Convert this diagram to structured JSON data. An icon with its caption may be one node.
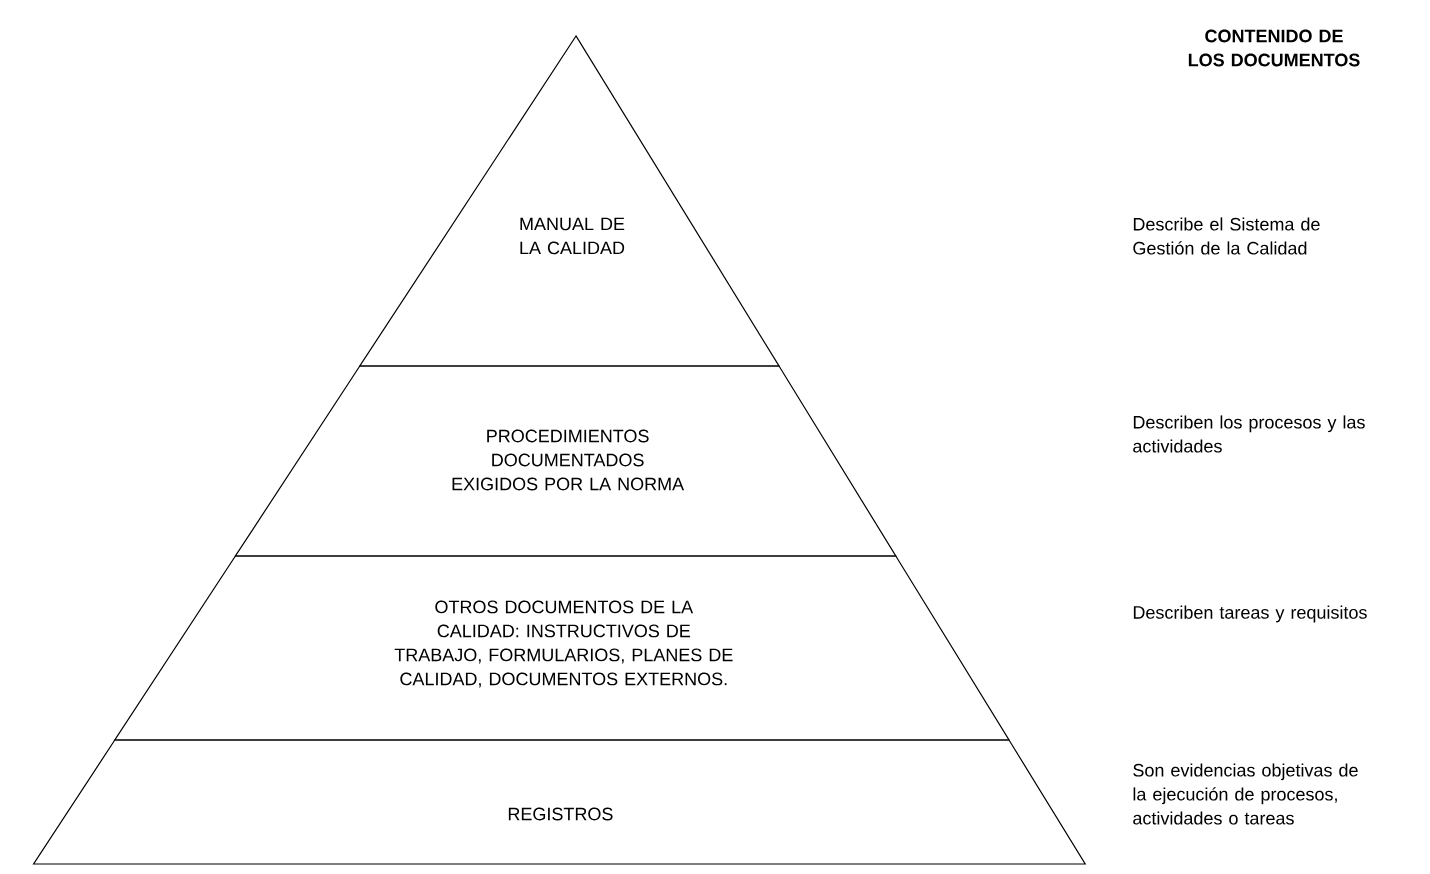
{
  "diagram": {
    "title": "CONTENIDO DE LOS DOCUMENTOS",
    "nodes": [
      {
        "text": [
          "MANUAL DE LA CALIDAD"
        ]
      },
      {
        "text": [
          "PROCEDIMIENTOS DOCUMENTADOS EXIGIDOS POR LA NORMA"
        ]
      },
      {
        "text": [
          "OTROS DOCUMENTOS DE LA CALIDAD: INSTRUCTIVOS DE TRABAJO, FORMULARIOS, PLANES DE CALIDAD, DOCUMENTOS EXTERNOS."
        ]
      },
      {
        "text": [
          "REGISTROS"
        ]
      }
    ],
    "labels": [
      "Describe el Sistema de Gestión de la Calidad",
      "Describen los procesos y las actividades",
      "Describen tareas y requisitos",
      "Son evidencias objetivas de la ejecución de procesos, actividades o tareas"
    ]
  }
}
